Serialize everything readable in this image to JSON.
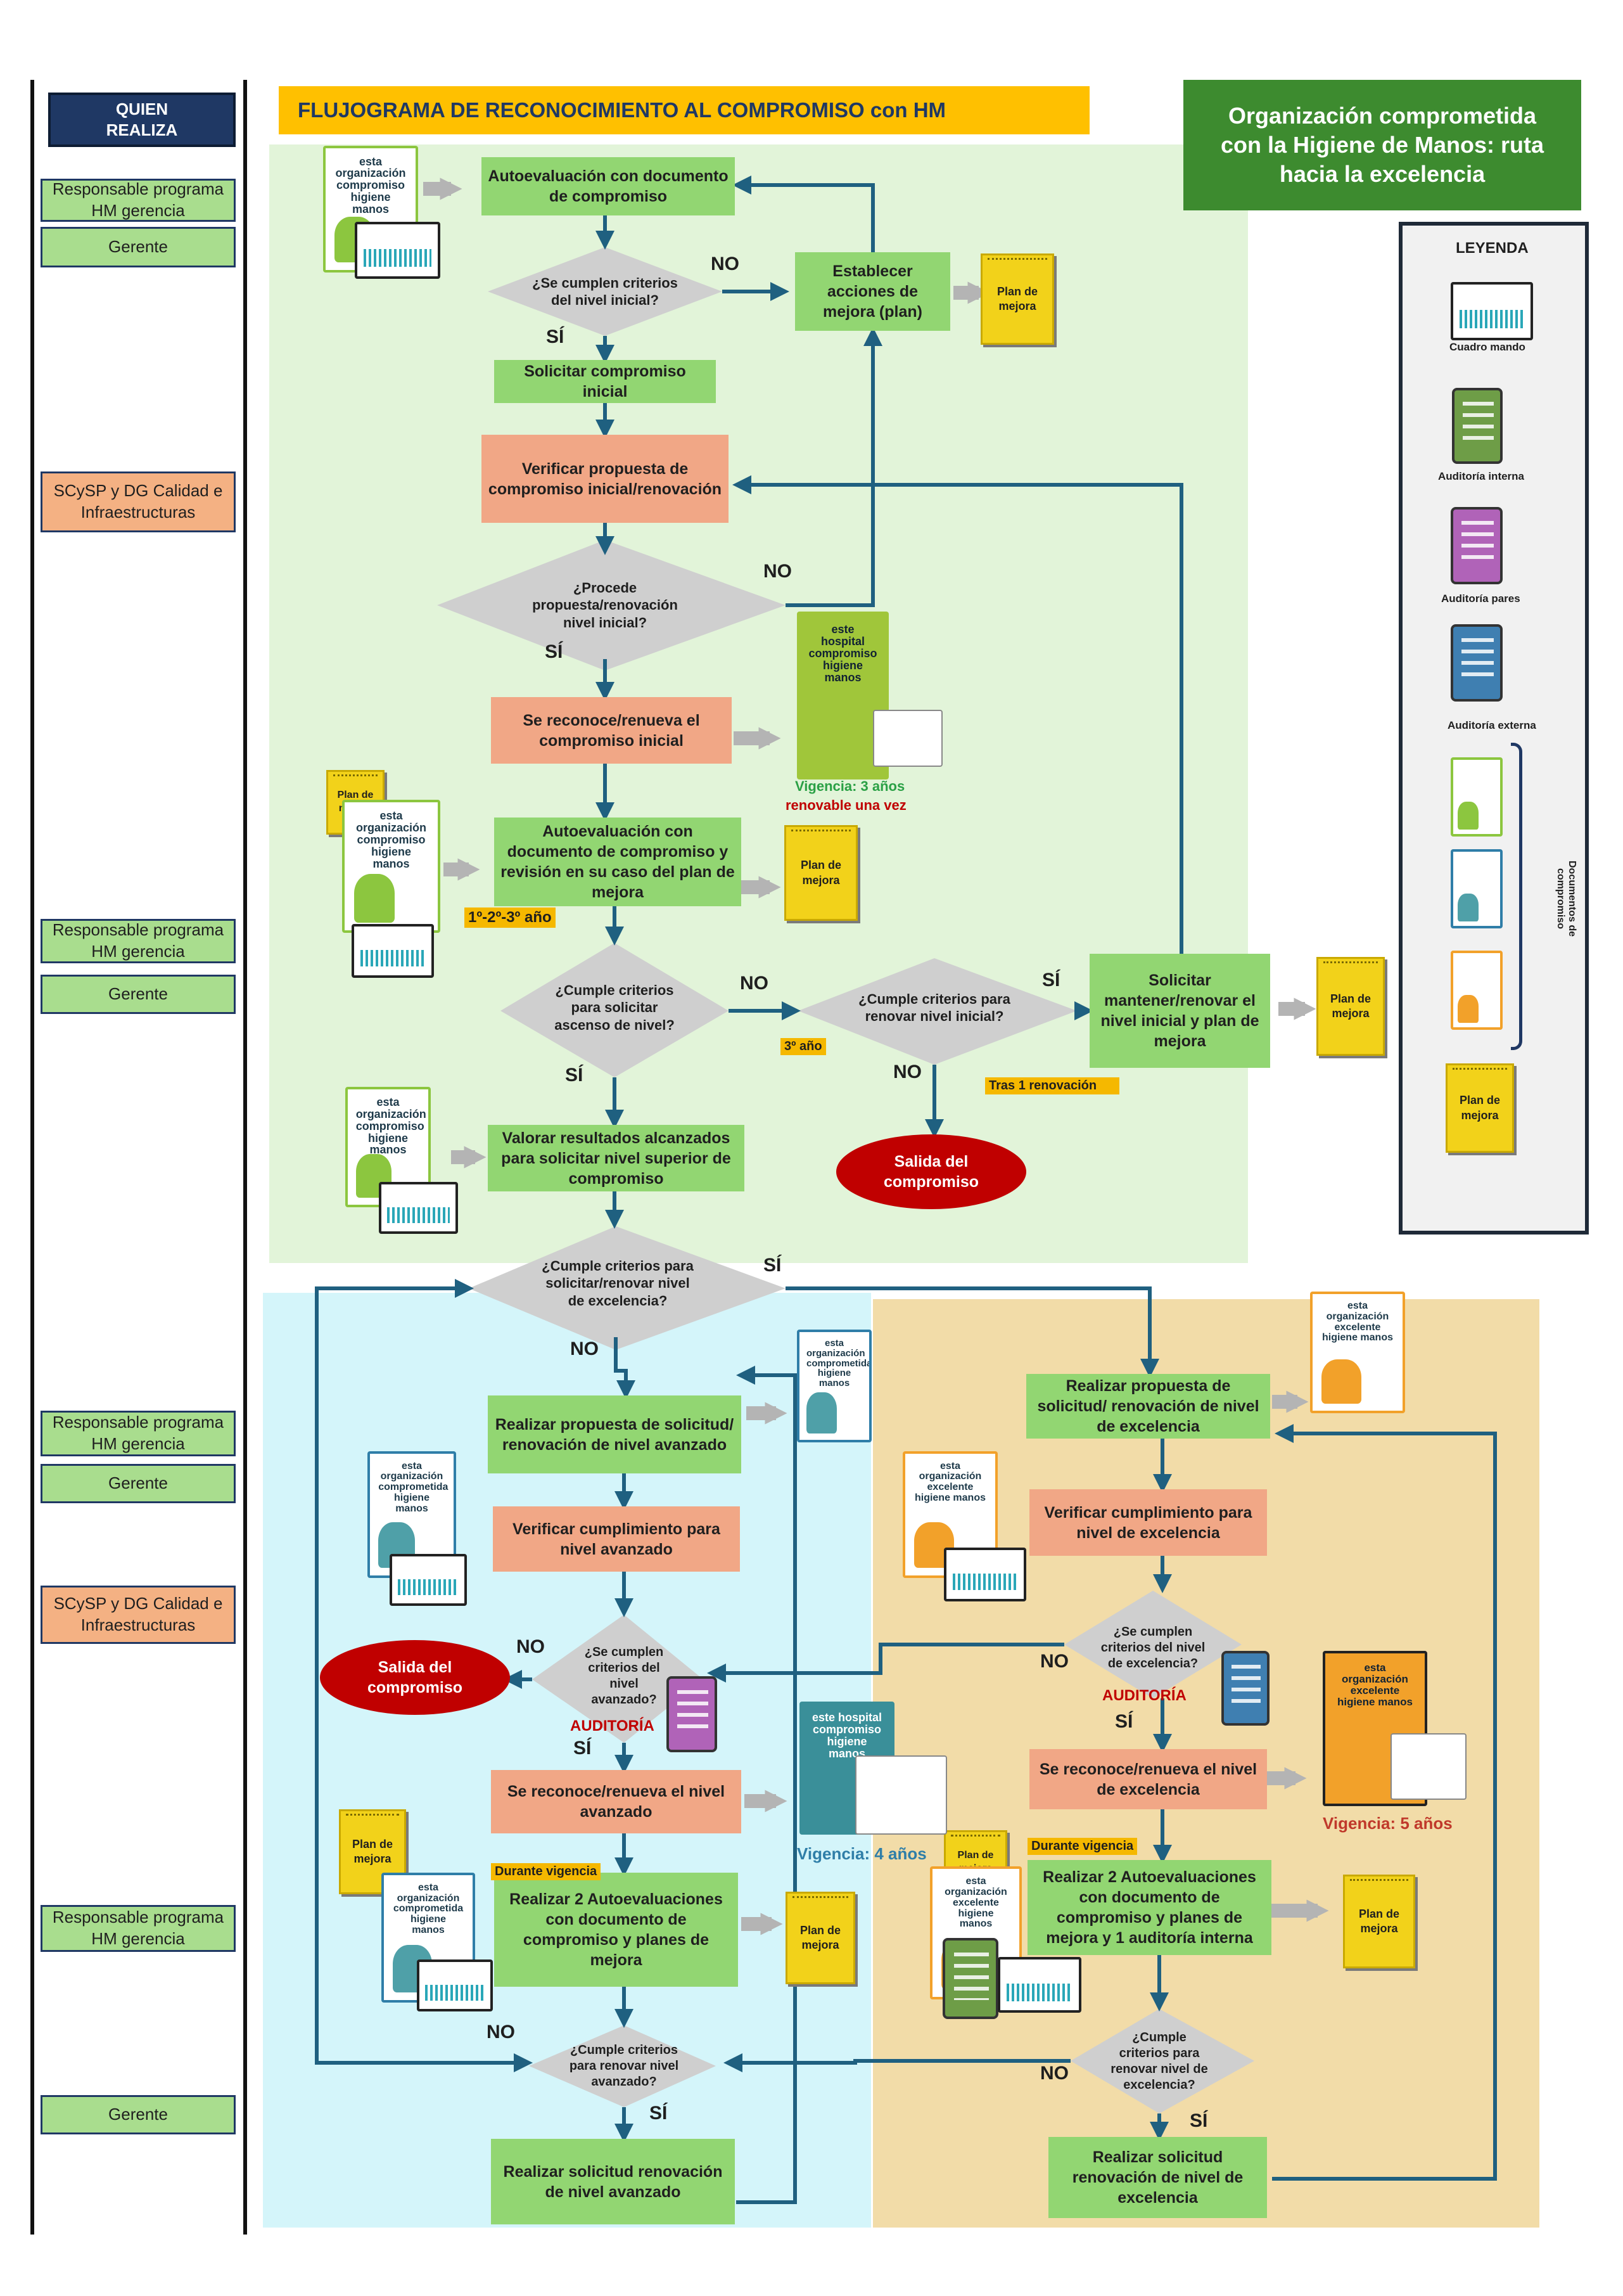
{
  "title": "FLUJOGRAMA DE RECONOCIMIENTO AL COMPROMISO con HM",
  "banner": "Organización comprometida con la  Higiene de Manos: ruta hacia la excelencia",
  "quien_realiza": "QUIEN REALIZA",
  "roles": {
    "resp": "Responsable programa HM gerencia",
    "gerente": "Gerente",
    "scysp": "SCySP y DG Calidad e Infraestructuras"
  },
  "steps": {
    "s1": "Autoevaluación con documento de compromiso",
    "d1": "¿Se cumplen criterios del nivel inicial?",
    "s2": "Establecer acciones de mejora (plan)",
    "s3": "Solicitar compromiso inicial",
    "s4": "Verificar propuesta de compromiso inicial/renovación",
    "d2": "¿Procede propuesta/renovación nivel inicial?",
    "s5": "Se reconoce/renueva el compromiso inicial",
    "s6": "Autoevaluación con documento de compromiso y revisión en su caso del plan de mejora",
    "d3": "¿Cumple criterios para solicitar ascenso de nivel?",
    "d4": "¿Cumple criterios para renovar nivel inicial?",
    "s7": "Solicitar mantener/renovar el nivel inicial y plan de mejora",
    "s8": "Valorar resultados alcanzados para solicitar nivel superior de compromiso",
    "d5": "¿Cumple criterios para solicitar/renovar nivel de excelencia?",
    "a1": "Realizar propuesta de solicitud/ renovación de nivel avanzado",
    "a2": "Verificar cumplimiento para nivel avanzado",
    "ad1": "¿Se cumplen criterios del nivel avanzado?",
    "a3": "Se reconoce/renueva el  nivel  avanzado",
    "a4": "Realizar 2 Autoevaluaciones con documento de compromiso y planes de mejora",
    "ad2": "¿Cumple criterios para renovar nivel avanzado?",
    "a5": "Realizar solicitud renovación de nivel avanzado",
    "e1": "Realizar propuesta de solicitud/ renovación de nivel de excelencia",
    "e2": "Verificar cumplimiento para nivel de excelencia",
    "ed1": "¿Se cumplen criterios del nivel de excelencia?",
    "e3": "Se reconoce/renueva el nivel de excelencia",
    "e4": "Realizar 2 Autoevaluaciones con documento de compromiso y planes de mejora y 1 auditoría interna",
    "ed2": "¿Cumple criterios para renovar nivel de excelencia?",
    "e5": "Realizar solicitud renovación de nivel  de excelencia"
  },
  "labels": {
    "no": "NO",
    "si": "SÍ",
    "salida": "Salida del compromiso",
    "plan": "Plan de mejora",
    "auditoria": "AUDITORÍA",
    "vig_inicial_a": "Vigencia: 3 años",
    "vig_inicial_b": "renovable una vez",
    "vig_avanzado": "Vigencia: 4 años",
    "vig_excelencia": "Vigencia: 5 años",
    "ciclo": "1º-2º-3º año",
    "tercer": "3º año",
    "tras": "Tras  1 renovación",
    "durante": "Durante vigencia"
  },
  "doc_texts": {
    "organizacion": "esta organización compromiso higiene manos",
    "hospital": "este hospital compromiso higiene manos",
    "comprometida": "esta organización comprometida higiene manos",
    "excelente": "esta organización excelente higiene manos"
  },
  "legend": {
    "title": "LEYENDA",
    "cuadro": "Cuadro mando",
    "interna": "Auditoría interna",
    "pares": "Auditoría pares",
    "externa": "Auditoría externa",
    "docs": "Documentos de compromiso",
    "plan": "Plan de mejora"
  },
  "colors": {
    "lane_initial": "#e2f4d9",
    "lane_advanced": "#d4f5fa",
    "lane_excellence": "#f2dca8",
    "arrow": "#1f6080",
    "green_box": "#92d672",
    "orange_box": "#f1a786",
    "title_bg": "#ffc000",
    "banner_bg": "#3d8b2f",
    "exit": "#c00000"
  }
}
